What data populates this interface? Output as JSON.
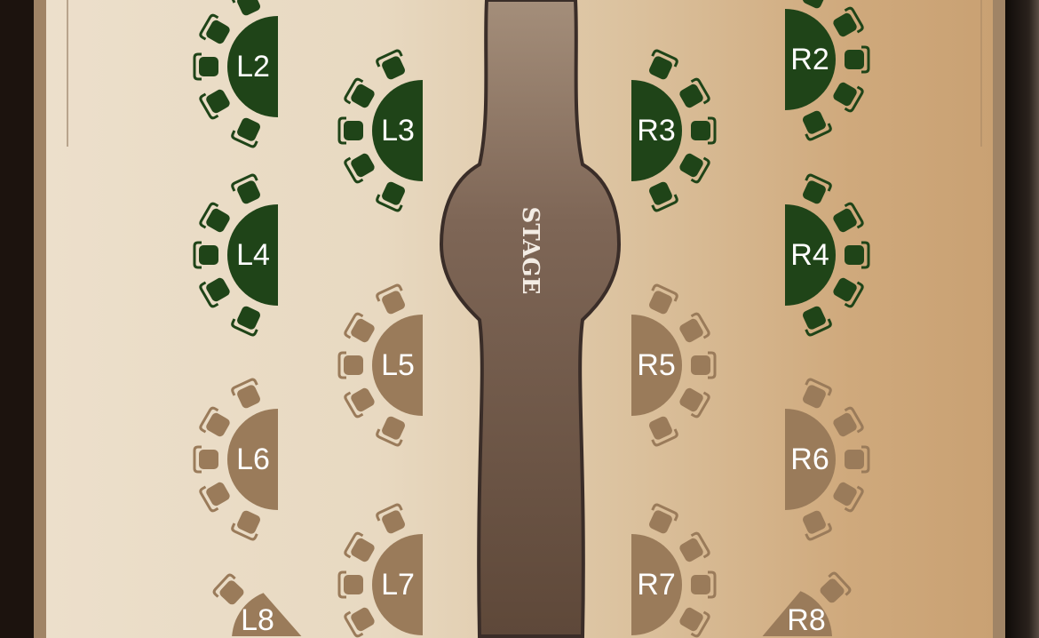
{
  "stage": {
    "label": "STAGE"
  },
  "colors": {
    "reserved": "#1f4418",
    "available": "#9a7b5a",
    "stage": "#6e5646",
    "stage_outline": "#3a2d28"
  },
  "tables": [
    {
      "id": "L2",
      "side": "left",
      "status": "reserved"
    },
    {
      "id": "L3",
      "side": "left",
      "status": "reserved"
    },
    {
      "id": "L4",
      "side": "left",
      "status": "reserved"
    },
    {
      "id": "L5",
      "side": "left",
      "status": "available"
    },
    {
      "id": "L6",
      "side": "left",
      "status": "available"
    },
    {
      "id": "L7",
      "side": "left",
      "status": "available"
    },
    {
      "id": "L8",
      "side": "left",
      "status": "available"
    },
    {
      "id": "R2",
      "side": "right",
      "status": "reserved"
    },
    {
      "id": "R3",
      "side": "right",
      "status": "reserved"
    },
    {
      "id": "R4",
      "side": "right",
      "status": "reserved"
    },
    {
      "id": "R5",
      "side": "right",
      "status": "available"
    },
    {
      "id": "R6",
      "side": "right",
      "status": "available"
    },
    {
      "id": "R7",
      "side": "right",
      "status": "available"
    },
    {
      "id": "R8",
      "side": "right",
      "status": "available"
    }
  ]
}
